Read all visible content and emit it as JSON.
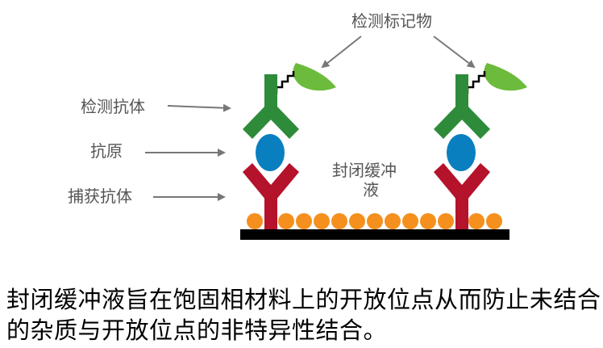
{
  "labels": {
    "detection_label": "检测标记物",
    "detection_antibody": "检测抗体",
    "antigen": "抗原",
    "capture_antibody": "捕获抗体",
    "blocking_buffer_line1": "封闭缓冲",
    "blocking_buffer_line2": "液"
  },
  "caption": "封闭缓冲液旨在饱固相材料上的开放位点从而防止未结合的杂质与开放位点的非特异性结合。",
  "colors": {
    "label_green": "#6cbb3c",
    "detection_antibody_green": "#2e8b3a",
    "antigen_blue": "#0a7fc0",
    "capture_antibody_red": "#b5122b",
    "blocking_orange": "#f5901e",
    "solid_phase_black": "#000000",
    "label_text": "#555555"
  },
  "icons": [
    "arrow-icon",
    "green-leaf-label-icon",
    "antibody-y-icon",
    "antigen-ellipse-icon",
    "blocking-bead-icon"
  ]
}
